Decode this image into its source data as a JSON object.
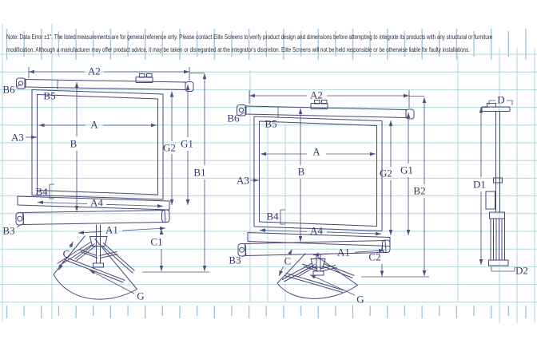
{
  "note": {
    "line1": "Note: Data Error ±1\". The listed measurements are for general reference only. Please contact Elite Screens to verify product design and dimensions before attempting to integrate its products with any structural or furniture",
    "line2": "modification. Although a manufacturer may offer product advice, it may be taken or disregarded at the integrator's discretion. Elite Screens will not be held responsible or be otherwise liable for faulty installations."
  },
  "views": {
    "front_extended": {
      "labels": {
        "a2": "A2",
        "b6": "B6",
        "b5": "B5",
        "a": "A",
        "a3": "A3",
        "b": "B",
        "g2": "G2",
        "g1": "G1",
        "b1": "B1",
        "b4": "B4",
        "a4": "A4",
        "b3": "B3",
        "a1": "A1",
        "c1": "C1",
        "c": "C",
        "g": "G"
      }
    },
    "front_lowered": {
      "labels": {
        "a2": "A2",
        "b6": "B6",
        "b5": "B5",
        "a": "A",
        "a3": "A3",
        "b": "B",
        "g2": "G2",
        "g1": "G1",
        "b2": "B2",
        "b4": "B4",
        "a4": "A4",
        "b3": "B3",
        "a1": "A1",
        "c2": "C2",
        "c": "C",
        "g": "G"
      }
    },
    "side": {
      "labels": {
        "d": "D",
        "d1": "D1",
        "d2": "D2"
      }
    }
  }
}
